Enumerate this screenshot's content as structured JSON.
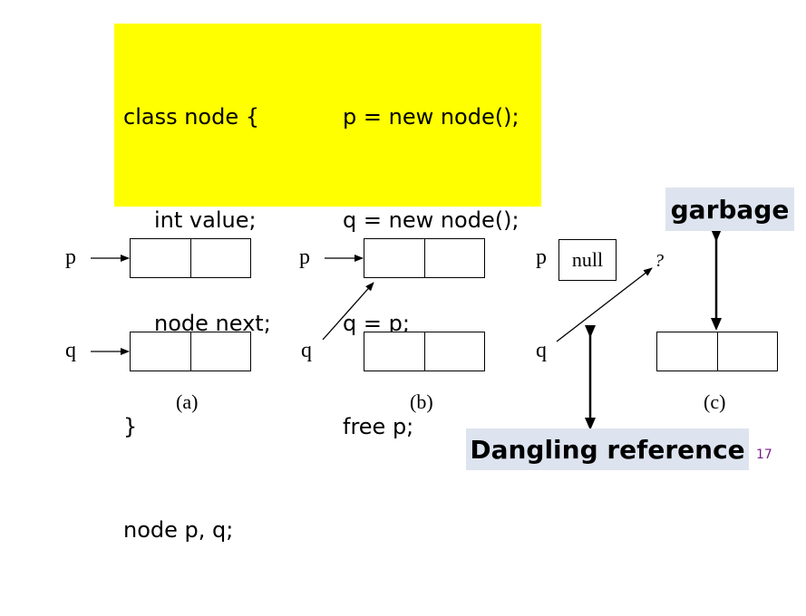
{
  "code": {
    "left": [
      "class node {",
      "int value;",
      "node next;",
      "}",
      "node p, q;"
    ],
    "right": [
      "p = new node();",
      "q = new node();",
      "q = p;",
      "free p;"
    ],
    "background": "#ffff00"
  },
  "diagram": {
    "pointer_p": "p",
    "pointer_q": "q",
    "null_label": "null",
    "unknown_label": "?",
    "captions": [
      "(a)",
      "(b)",
      "(c)"
    ]
  },
  "callouts": {
    "garbage": "garbage",
    "dangling": "Dangling reference",
    "background": "#dde4ef"
  },
  "page_number": "17",
  "page_number_color": "#7a1f8a"
}
